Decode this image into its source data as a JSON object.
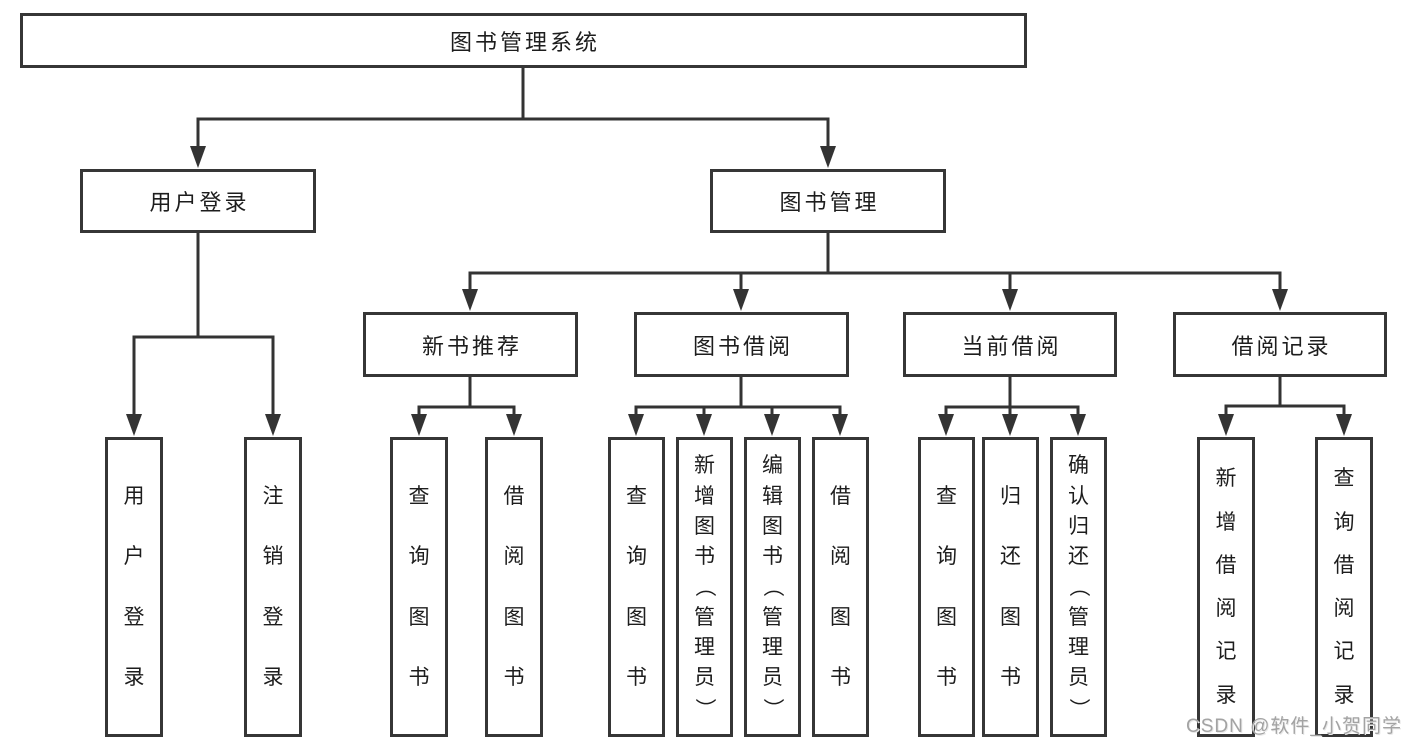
{
  "diagram_title": "图书管理系统",
  "tree": {
    "root": {
      "label": "图书管理系统"
    },
    "level1": [
      {
        "id": "user-login",
        "label": "用户登录"
      },
      {
        "id": "book-management",
        "label": "图书管理"
      }
    ],
    "level2": [
      {
        "id": "new-book-recommendation",
        "label": "新书推荐",
        "parent": "book-management"
      },
      {
        "id": "book-borrowing",
        "label": "图书借阅",
        "parent": "book-management"
      },
      {
        "id": "current-borrowing",
        "label": "当前借阅",
        "parent": "book-management"
      },
      {
        "id": "borrowing-records",
        "label": "借阅记录",
        "parent": "book-management"
      }
    ],
    "leaves": [
      {
        "label": "用户登录",
        "parent": "user-login"
      },
      {
        "label": "注销登录",
        "parent": "user-login"
      },
      {
        "label": "查询图书",
        "parent": "new-book-recommendation"
      },
      {
        "label": "借阅图书",
        "parent": "new-book-recommendation"
      },
      {
        "label": "查询图书",
        "parent": "book-borrowing"
      },
      {
        "label": "新增图书（管理员）",
        "parent": "book-borrowing"
      },
      {
        "label": "编辑图书（管理员）",
        "parent": "book-borrowing"
      },
      {
        "label": "借阅图书",
        "parent": "book-borrowing"
      },
      {
        "label": "查询图书",
        "parent": "current-borrowing"
      },
      {
        "label": "归还图书",
        "parent": "current-borrowing"
      },
      {
        "label": "确认归还（管理员）",
        "parent": "current-borrowing"
      },
      {
        "label": "新增借阅记录",
        "parent": "borrowing-records"
      },
      {
        "label": "查询借阅记录",
        "parent": "borrowing-records"
      }
    ]
  },
  "watermark": {
    "text": "CSDN @软件_小贺同学"
  },
  "colors": {
    "background": "#ffffff",
    "line": "#333333",
    "box_border": "#363636",
    "box_fill": "#ffffff",
    "text": "#1d1d1d",
    "watermark": "#a3a3a3"
  }
}
